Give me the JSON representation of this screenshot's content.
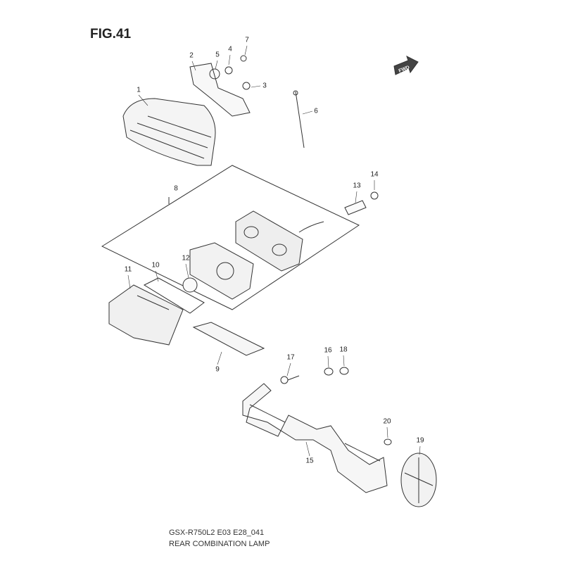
{
  "figure_title": "FIG.41",
  "model_code": "GSX-R750L2 E03 E28_041",
  "diagram_title": "REAR COMBINATION LAMP",
  "fwd_label": "FWD",
  "callouts": {
    "c1": "1",
    "c2": "2",
    "c3": "3",
    "c4": "4",
    "c5": "5",
    "c6": "6",
    "c7": "7",
    "c8": "8",
    "c9": "9",
    "c10": "10",
    "c11": "11",
    "c12": "12",
    "c13": "13",
    "c14": "14",
    "c15": "15",
    "c16": "16",
    "c17": "17",
    "c18": "18",
    "c19": "19",
    "c20": "20"
  }
}
